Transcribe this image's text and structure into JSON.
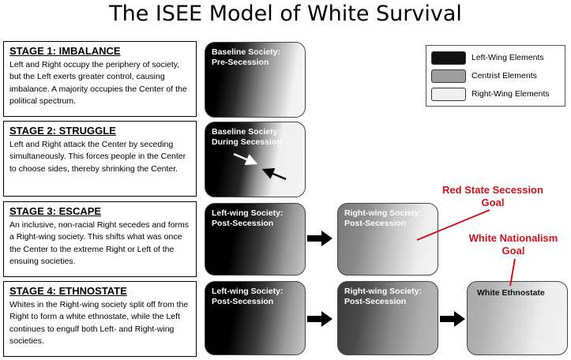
{
  "title": "The ISEE Model of White Survival",
  "stages": [
    {
      "heading": "STAGE 1: IMBALANCE",
      "text": "Left and Right occupy the periphery of society, but the Left exerts greater control, causing imbalance. A majority occupies the Center of the political spectrum."
    },
    {
      "heading": "STAGE 2: STRUGGLE",
      "text": "Left and Right attack the Center by seceding simultaneously. This forces people in the Center to choose sides, thereby shrinking the Center."
    },
    {
      "heading": "STAGE 3: ESCAPE",
      "text": "An inclusive, non-racial Right secedes and forms a Right-wing society. This shifts what was once the Center to the extreme Right or Left of the ensuing societies."
    },
    {
      "heading": "STAGE 4: ETHNOSTATE",
      "text": "Whites in the Right-wing society split off from the Right to form a white ethnostate, while the Left continues to engulf both Left- and Right-wing societies."
    }
  ],
  "societies": {
    "s1_baseline": {
      "line1": "Baseline Society:",
      "line2": "Pre-Secession"
    },
    "s2_baseline": {
      "line1": "Baseline Society:",
      "line2": "During Secession"
    },
    "s3_left": {
      "line1": "Left-wing Society:",
      "line2": "Post-Secession"
    },
    "s3_right": {
      "line1": "Right-wing Society:",
      "line2": "Post-Secession"
    },
    "s4_left": {
      "line1": "Left-wing Society:",
      "line2": "Post-Secession"
    },
    "s4_right": {
      "line1": "Right-wing Society:",
      "line2": "Post-Secession"
    },
    "s4_ethno": {
      "line1": "White Ethnostate"
    }
  },
  "legend": [
    {
      "label": "Left-Wing Elements",
      "color": "#111111"
    },
    {
      "label": "Centrist Elements",
      "color": "#9e9e9e"
    },
    {
      "label": "Right-Wing Elements",
      "color": "#f0f0f0"
    }
  ],
  "annotations": {
    "red_state": {
      "line1": "Red State Secession",
      "line2": "Goal"
    },
    "white_nat": {
      "line1": "White Nationalism",
      "line2": "Goal"
    },
    "color": "#d0101a"
  }
}
